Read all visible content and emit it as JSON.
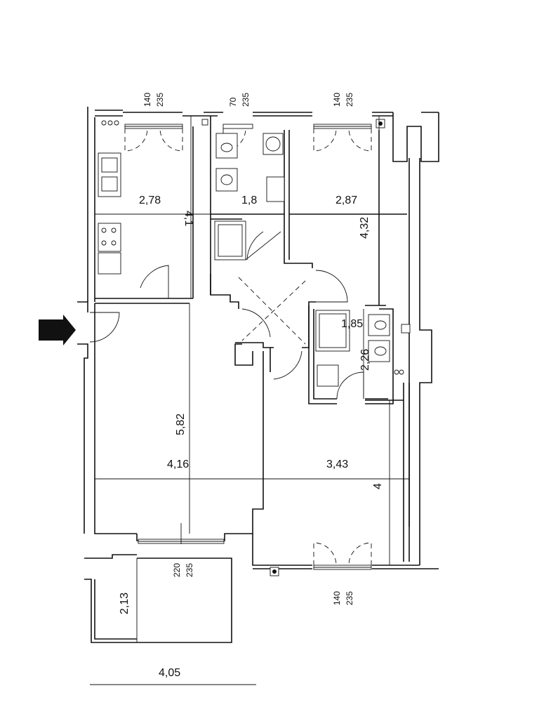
{
  "rooms": {
    "kitchen_width": "2,78",
    "kitchen_depth": "4,1",
    "bath_width": "1,8",
    "bedroom_width": "2,87",
    "bedroom_depth": "4,32",
    "wc_width": "1,85",
    "wc_depth": "2,26",
    "living_depth": "5,82",
    "living_width": "4,16",
    "room2_width": "3,43",
    "room2_depth": "4",
    "balcony_depth": "2,13",
    "balcony_width": "4,05"
  },
  "openings": {
    "kitchen_window": {
      "w": "140",
      "h": "235"
    },
    "bath_window": {
      "w": "70",
      "h": "235"
    },
    "bedroom_window": {
      "w": "140",
      "h": "235"
    },
    "balcony_door": {
      "w": "220",
      "h": "235"
    },
    "room2_window": {
      "w": "140",
      "h": "235"
    }
  },
  "icons": {
    "entrance": "entrance-arrow-icon"
  }
}
